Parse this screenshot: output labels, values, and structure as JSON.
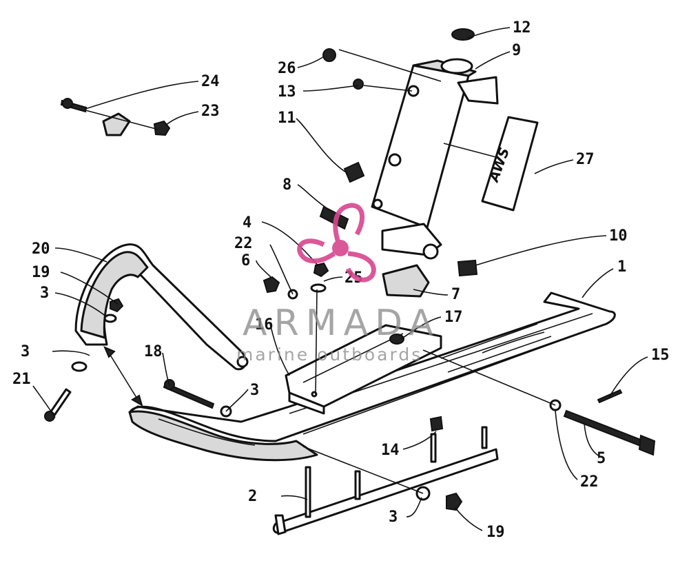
{
  "watermark": {
    "brand": "ARMADA",
    "tagline": "marine outboards",
    "logo_color": "#d7478f",
    "text_color": "#8a8a8a"
  },
  "decal_text": "AWS",
  "callouts": {
    "c1": "1",
    "c2": "2",
    "c3a": "3",
    "c3b": "3",
    "c3c": "3",
    "c3d": "3",
    "c4": "4",
    "c5": "5",
    "c6": "6",
    "c7": "7",
    "c8": "8",
    "c9": "9",
    "c10": "10",
    "c11": "11",
    "c12": "12",
    "c13": "13",
    "c14": "14",
    "c15": "15",
    "c16": "16",
    "c17": "17",
    "c18": "18",
    "c19a": "19",
    "c19b": "19",
    "c20": "20",
    "c21": "21",
    "c22a": "22",
    "c22b": "22",
    "c23": "23",
    "c24": "24",
    "c25": "25",
    "c26": "26",
    "c27": "27"
  }
}
